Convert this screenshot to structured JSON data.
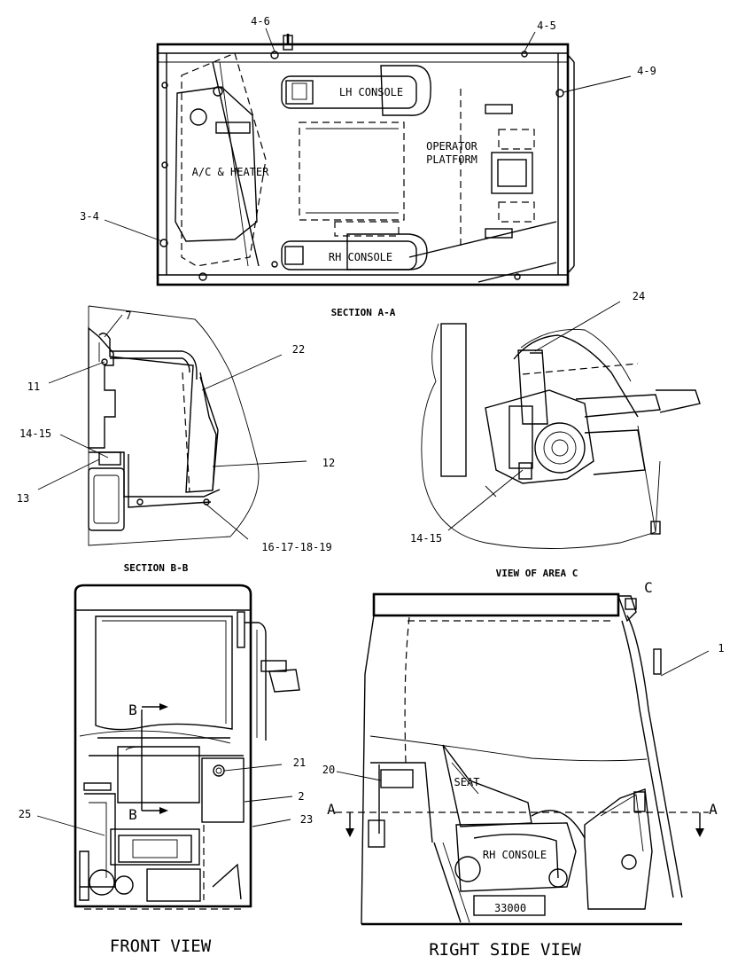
{
  "views": {
    "section_aa": "SECTION A-A",
    "section_bb": "SECTION B-B",
    "view_area_c": "VIEW OF AREA C",
    "front_view": "FRONT VIEW",
    "right_side_view": "RIGHT SIDE VIEW"
  },
  "areas": {
    "lh_console": "LH CONSOLE",
    "rh_console": "RH CONSOLE",
    "rh_console_side": "RH CONSOLE",
    "operator_line1": "OPERATOR",
    "operator_line2": "PLATFORM",
    "ac_heater": "A/C & HEATER",
    "seat": "SEAT",
    "number_plate": "33000"
  },
  "markers": {
    "section_b_top": "B",
    "section_b_bottom": "B",
    "section_a_left": "A",
    "section_a_right": "A",
    "area_c": "C"
  },
  "callouts": {
    "c_4_6": "4-6",
    "c_4_5": "4-5",
    "c_4_9": "4-9",
    "c_3_4": "3-4",
    "c_7": "7",
    "c_11": "11",
    "c_22": "22",
    "c_14_15_left": "14-15",
    "c_13": "13",
    "c_12": "12",
    "c_16_19": "16-17-18-19",
    "c_24": "24",
    "c_14_15_right": "14-15",
    "c_1": "1",
    "c_21": "21",
    "c_2": "2",
    "c_25": "25",
    "c_23": "23",
    "c_20": "20"
  }
}
